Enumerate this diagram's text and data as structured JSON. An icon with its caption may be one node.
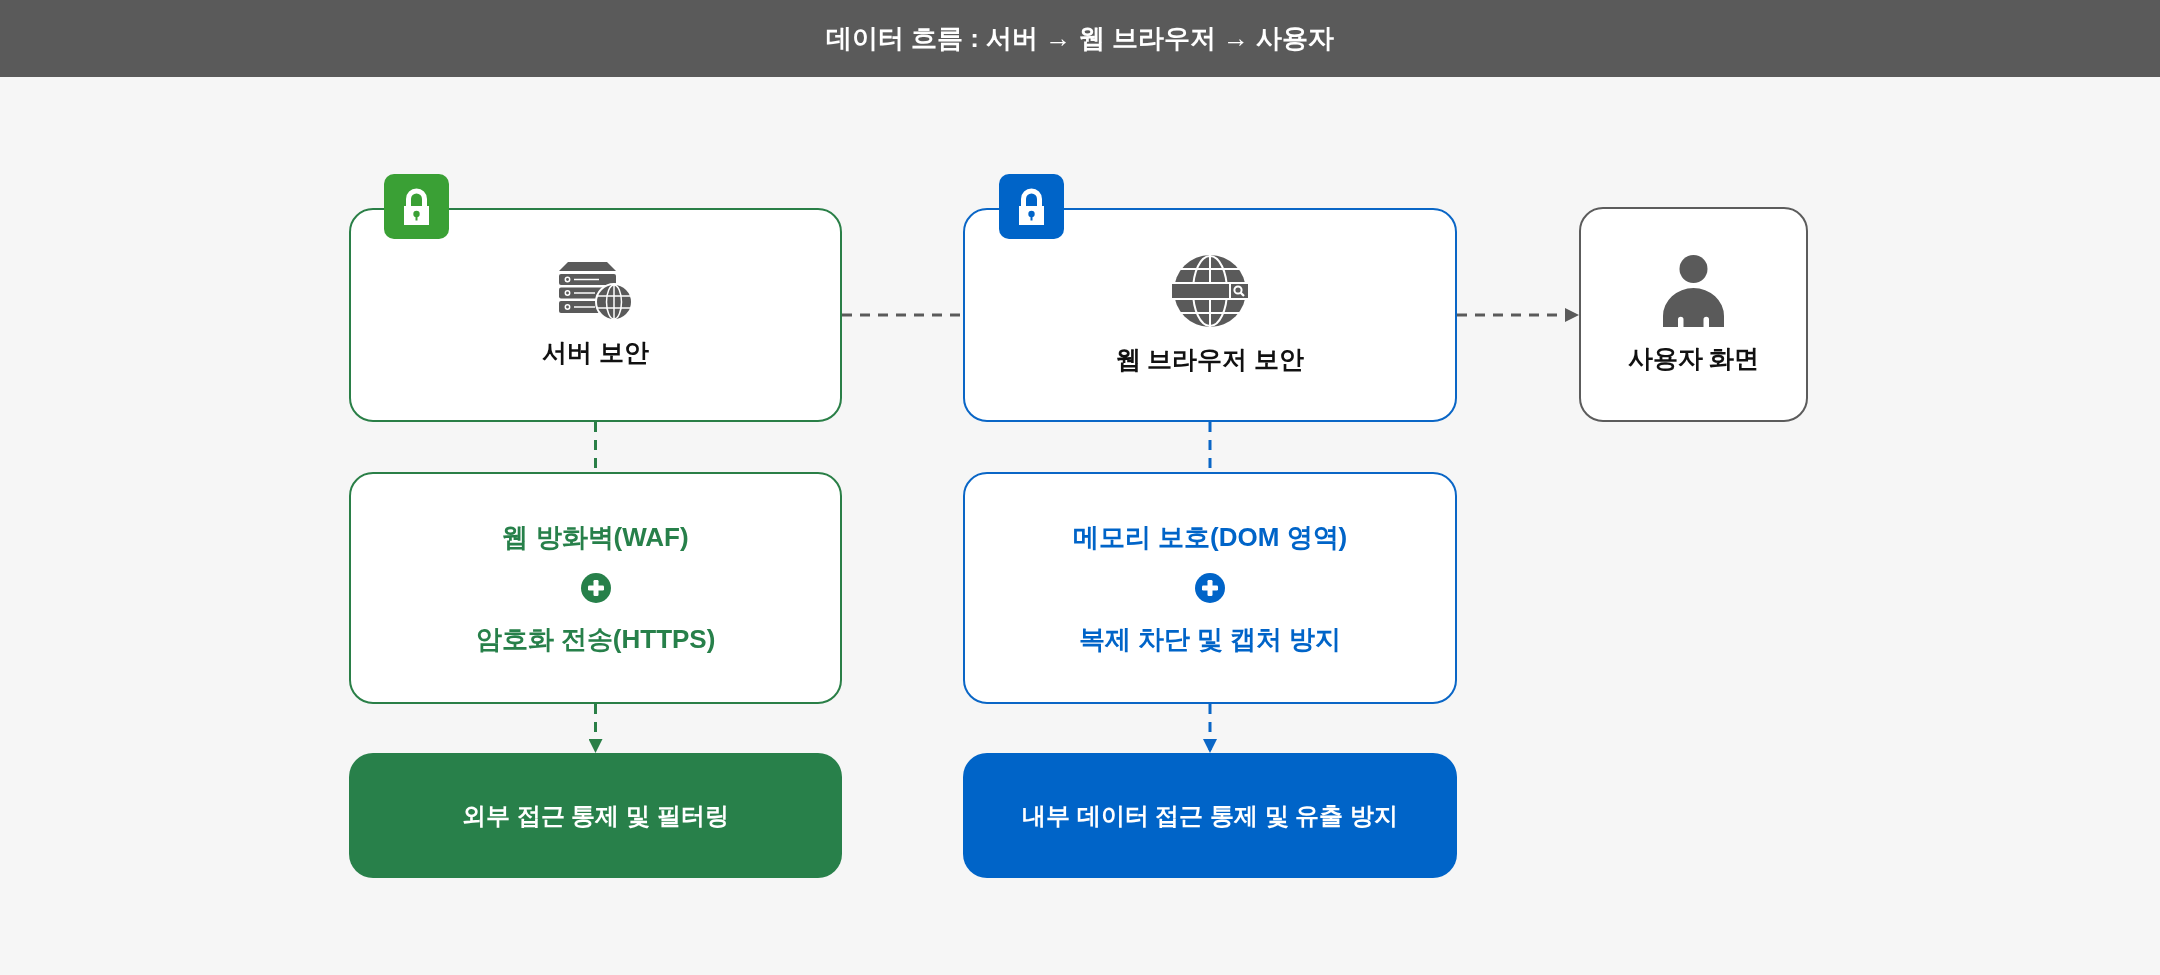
{
  "diagram": {
    "title": "데이터 흐름 : 서버 → 웹 브라우저 → 사용자",
    "nodes": [
      {
        "text": [
          "서버 보안"
        ]
      },
      {
        "text": [
          "웹 브라우저 보안"
        ]
      },
      {
        "text": [
          "사용자 화면"
        ]
      },
      {
        "text": [
          "웹 방화벽(WAF)",
          "암호화 전송(HTTPS)"
        ]
      },
      {
        "text": [
          "메모리 보호(DOM 영역)",
          "복제 차단 및 캡처 방지"
        ]
      },
      {
        "text": [
          "외부 접근 통제 및 필터링"
        ]
      },
      {
        "text": [
          "내부 데이터 접근 통제 및 유출 방지"
        ]
      }
    ],
    "edges": [
      {
        "from": 0,
        "to": 1,
        "arrow": "none",
        "style": "dashed",
        "color": "#5a5a5a"
      },
      {
        "from": 1,
        "to": 2,
        "arrow": "to",
        "style": "dashed",
        "color": "#5a5a5a"
      },
      {
        "from": 0,
        "to": 3,
        "arrow": "none",
        "style": "dashed",
        "color": "#2a7f47"
      },
      {
        "from": 1,
        "to": 4,
        "arrow": "none",
        "style": "dashed",
        "color": "#0a66c6"
      },
      {
        "from": 3,
        "to": 5,
        "arrow": "to",
        "style": "dashed",
        "color": "#2a7f47"
      },
      {
        "from": 4,
        "to": 6,
        "arrow": "to",
        "style": "dashed",
        "color": "#0a66c6"
      }
    ]
  }
}
